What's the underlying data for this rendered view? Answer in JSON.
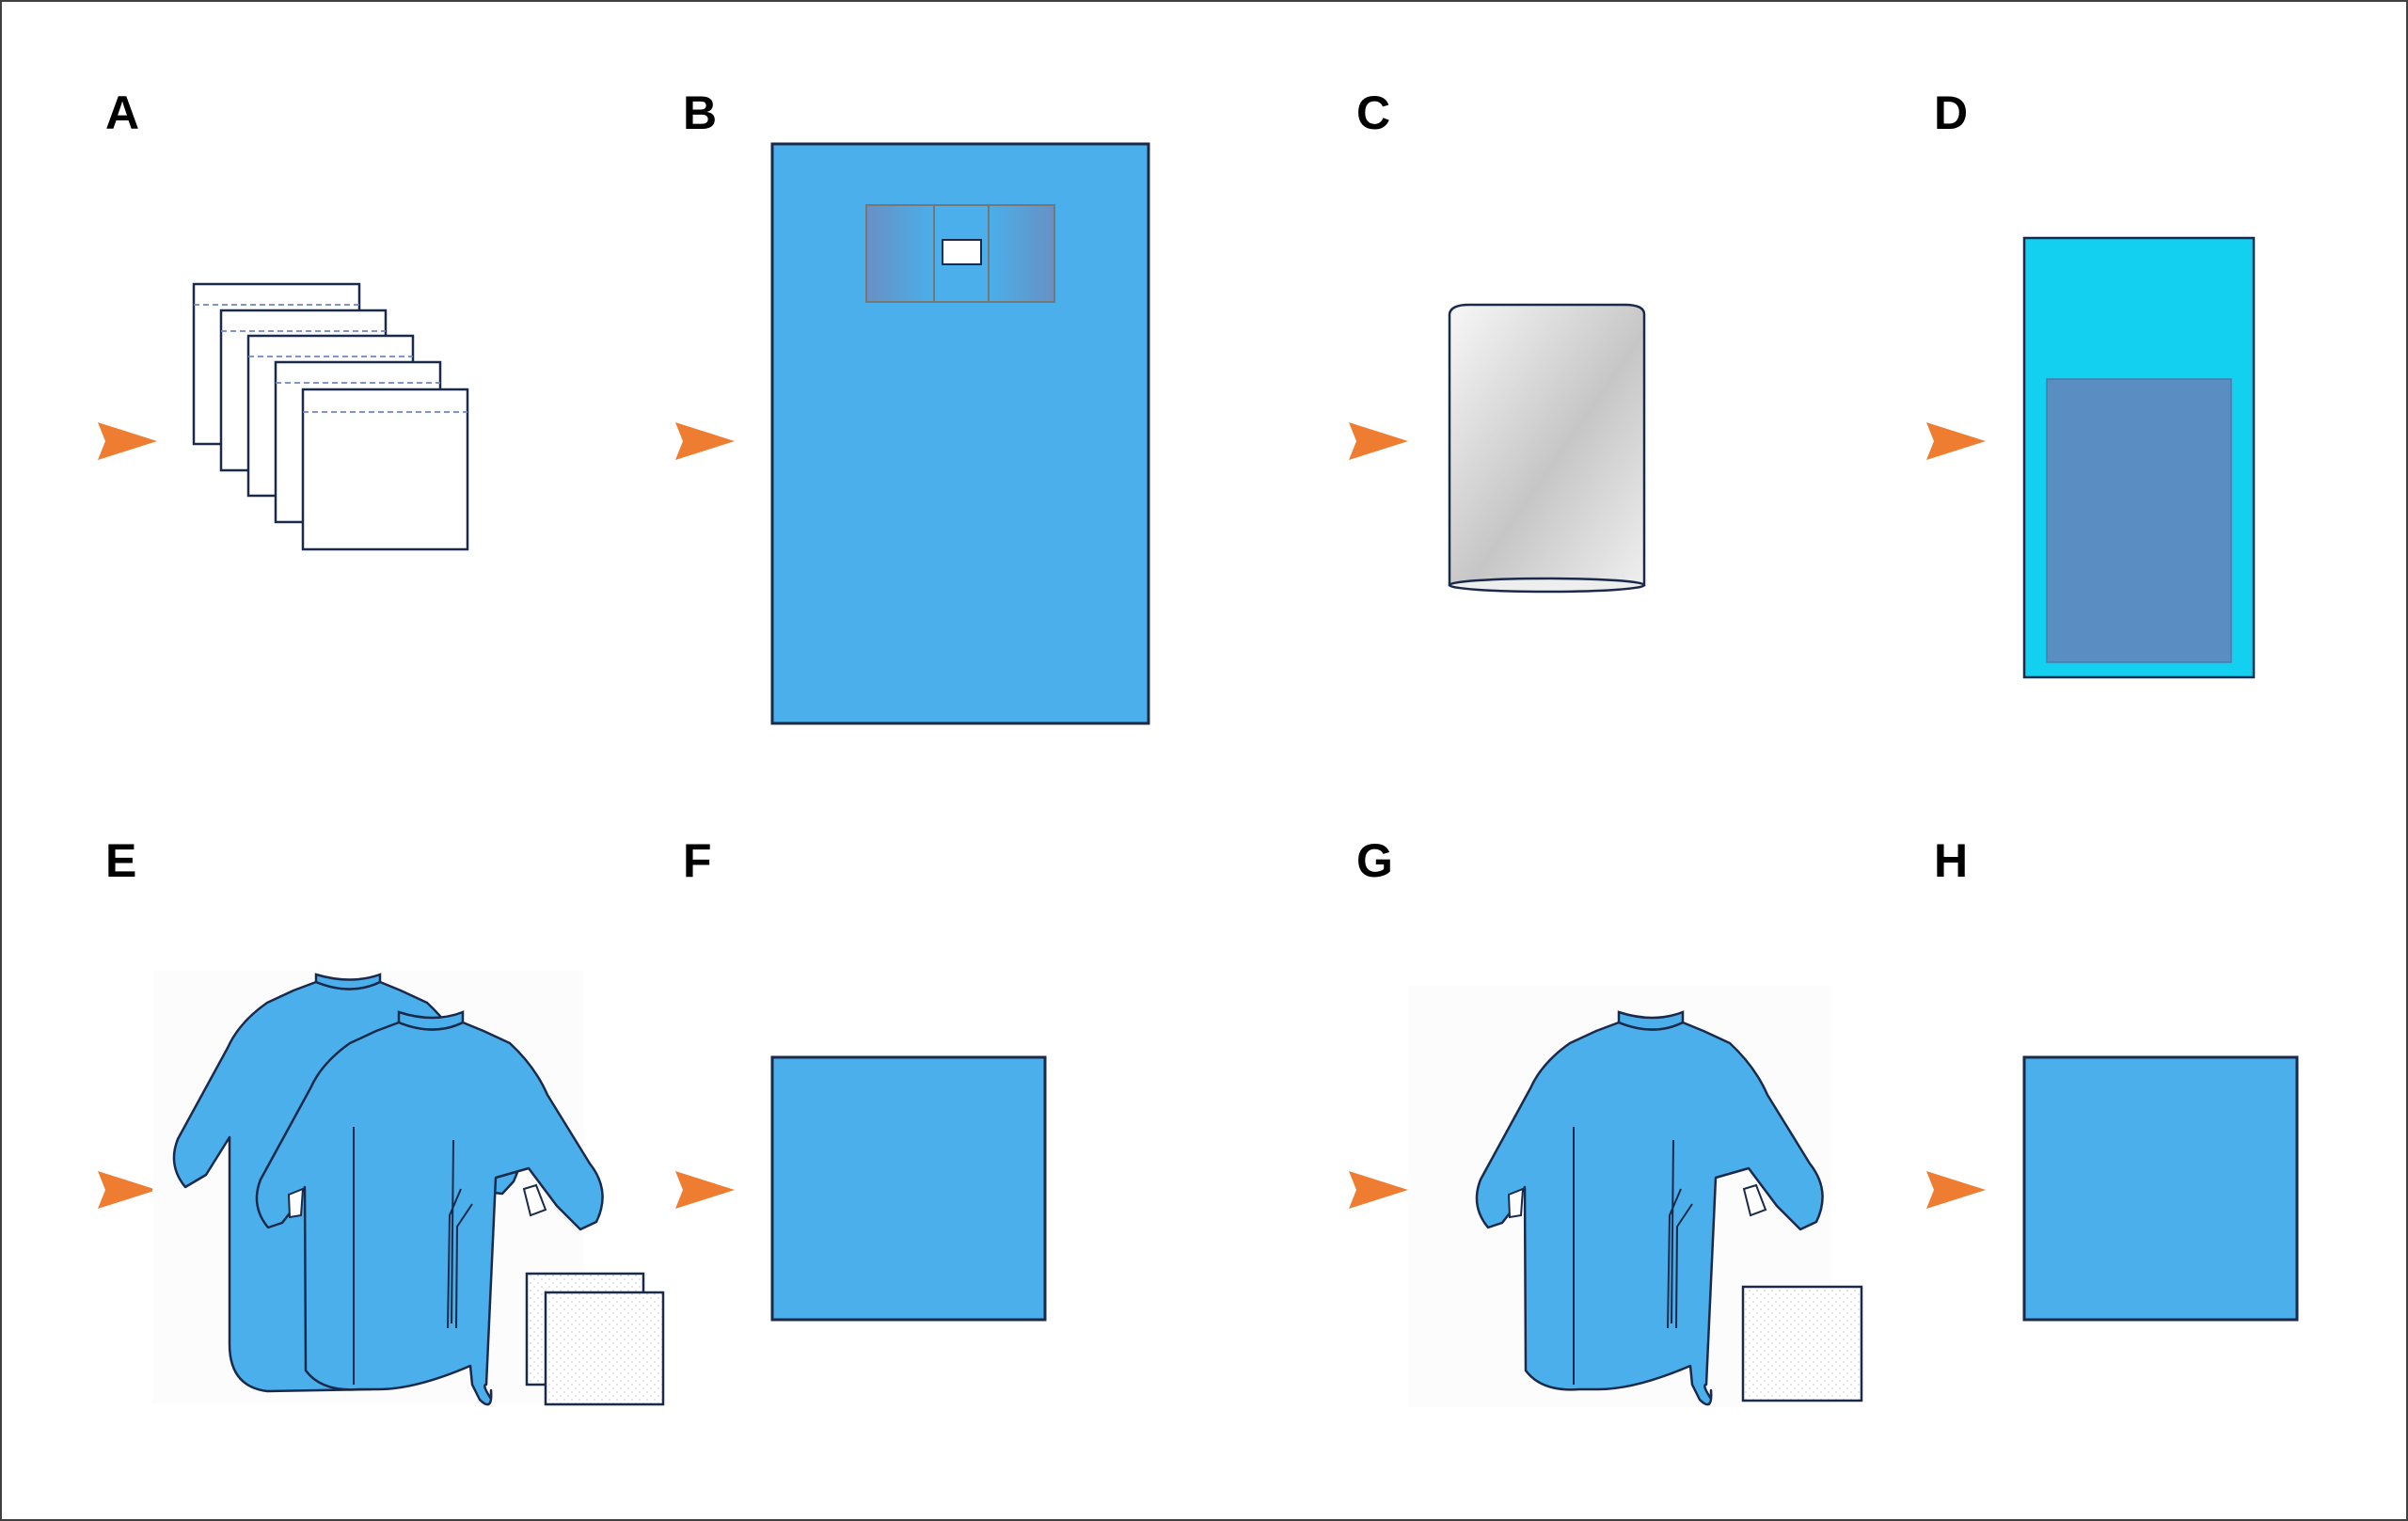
{
  "panels": [
    {
      "id": "A",
      "label": "A",
      "item": "stack-of-towels"
    },
    {
      "id": "B",
      "label": "B",
      "item": "fenestrated-drape"
    },
    {
      "id": "C",
      "label": "C",
      "item": "transparent-cover"
    },
    {
      "id": "D",
      "label": "D",
      "item": "table-cover"
    },
    {
      "id": "E",
      "label": "E",
      "item": "two-gowns-with-towels"
    },
    {
      "id": "F",
      "label": "F",
      "item": "square-drape"
    },
    {
      "id": "G",
      "label": "G",
      "item": "gown-with-towel"
    },
    {
      "id": "H",
      "label": "H",
      "item": "square-drape"
    }
  ],
  "colors": {
    "drape_blue": "#4aafea",
    "outline": "#1b2a4a",
    "arrow_orange": "#ee7d31",
    "cyan": "#14d0f0",
    "steel_blue": "#5a8dc1",
    "window_gray": "#5f8fc6"
  }
}
